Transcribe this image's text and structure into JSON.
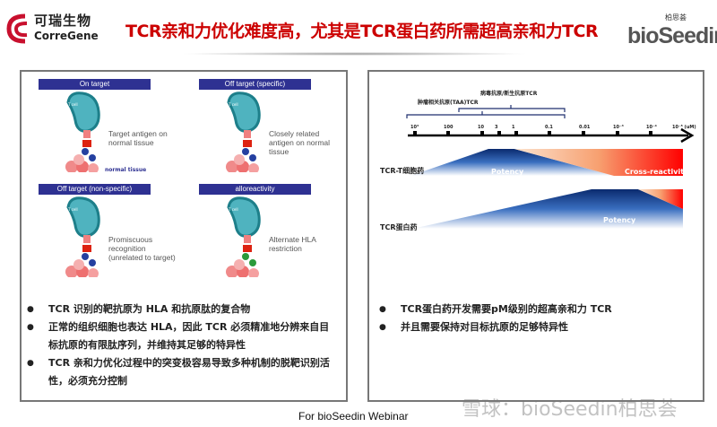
{
  "header": {
    "left_logo": {
      "cn": "可瑞生物",
      "en": "CorreGene"
    },
    "title": "TCR亲和力优化难度高，尤其是TCR蛋白药所需超高亲和力TCR",
    "right_logo": {
      "cn": "柏思荟",
      "en": "bioSeedin"
    }
  },
  "left_panel": {
    "diagrams": [
      {
        "header": "On target",
        "caption": "Target antigen on normal tissue",
        "tissue_label": "normal tissue",
        "cell_label": "T cell"
      },
      {
        "header": "Off target (specific)",
        "caption": "Closely related antigen on normal tissue",
        "cell_label": "T cell"
      },
      {
        "header": "Off target (non-specific)",
        "caption": "Promiscuous recognition (unrelated to target)",
        "cell_label": "T cell"
      },
      {
        "header": "alloreactivity",
        "caption": "Alternate HLA restriction",
        "cell_label": "T cell"
      }
    ],
    "bullets": [
      "TCR 识别的靶抗原为 HLA 和抗原肽的复合物",
      "正常的组织细胞也表达 HLA，因此 TCR 必须精准地分辨来自目标抗原的有限肽序列，并维持其足够的特异性",
      "TCR 亲和力优化过程中的突变极容易导致多种机制的脱靶识别活性，必须充分控制"
    ]
  },
  "right_panel": {
    "brackets": [
      "肿瘤相关抗原(TAA)TCR",
      "病毒抗原/新生抗原TCR"
    ],
    "axis_ticks": [
      "10³",
      "100",
      "10",
      "3",
      "1",
      "0.1",
      "0.01",
      "10⁻³",
      "10⁻⁴",
      "10⁻⁵ (uM)"
    ],
    "rows": [
      {
        "label": "TCR-T细胞药",
        "potency": "Potency",
        "cross": "Cross-reactivity"
      },
      {
        "label": "TCR蛋白药",
        "potency": "Potency"
      }
    ],
    "bullets": [
      "TCR蛋白药开发需要pM级别的超高亲和力 TCR",
      "并且需要保持对目标抗原的足够特异性"
    ]
  },
  "footer": "For bioSeedin Webinar",
  "watermark": "雪球：bioSeedin柏思荟",
  "colors": {
    "title": "#cc0000",
    "header_bar": "#2e3192",
    "potency": "#1f4e9c",
    "cross": "#ff0000"
  }
}
